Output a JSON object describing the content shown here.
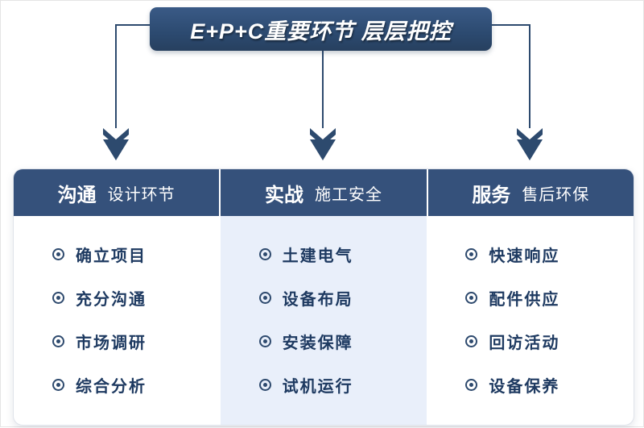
{
  "title": "E+P+C重要环节 层层把控",
  "columns": [
    {
      "header_main": "沟通",
      "header_sub": "设计环节",
      "items": [
        "确立项目",
        "充分沟通",
        "市场调研",
        "综合分析"
      ]
    },
    {
      "header_main": "实战",
      "header_sub": "施工安全",
      "items": [
        "土建电气",
        "设备布局",
        "安装保障",
        "试机运行"
      ]
    },
    {
      "header_main": "服务",
      "header_sub": "售后环保",
      "items": [
        "快速响应",
        "配件供应",
        "回访活动",
        "设备保养"
      ]
    }
  ],
  "colors": {
    "banner_navy": "#2c4a70",
    "header_navy": "#35517b",
    "tinted_column": "#e9effa",
    "item_text": "#1e3a61",
    "line_navy": "#2d4a6e"
  }
}
